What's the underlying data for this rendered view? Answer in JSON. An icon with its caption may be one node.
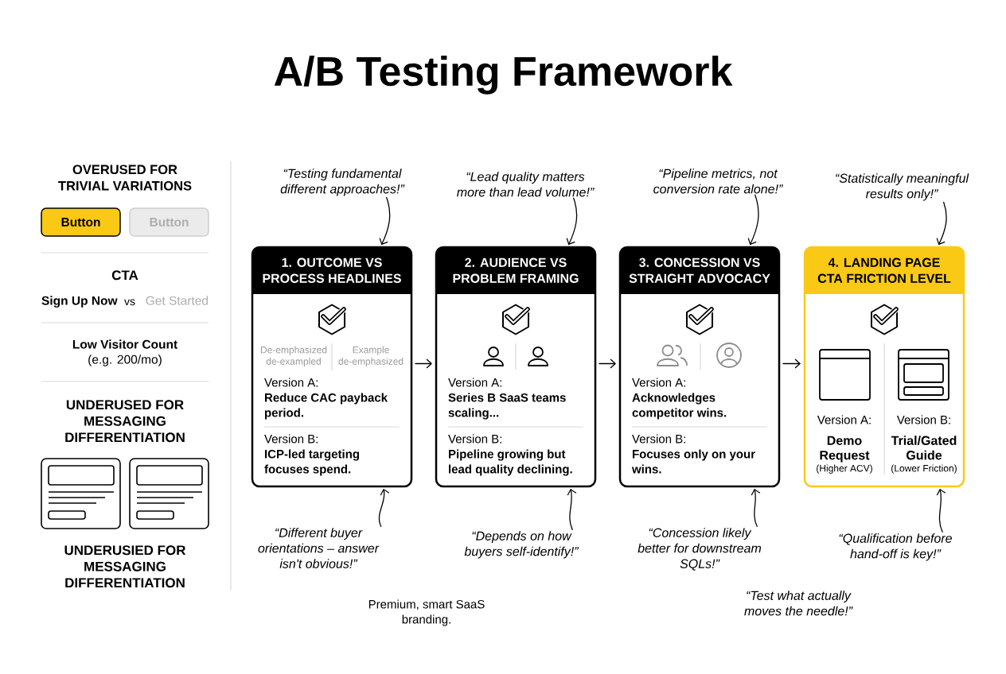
{
  "diagram": {
    "title": "A/B Testing Framework",
    "nodes": [
      {
        "text": [
          "Button"
        ]
      },
      {
        "text": [
          "Button"
        ]
      },
      {
        "text": [
          "“Testing fundamental different approaches!”"
        ]
      },
      {
        "text": [
          "“Lead quality matters more than lead volume!”"
        ]
      },
      {
        "text": [
          "“Pipeline metrics, not conversion rate alone!”"
        ]
      },
      {
        "text": [
          "“Statistically meaningful results only!”"
        ]
      },
      {
        "text": [
          "1. OUTCOME VS PROCESS HEADLINES",
          "De-emphasized de-exampled",
          "Example de-emphasized",
          "Version A:",
          "Reduce CAC payback period.",
          "Version B:",
          "ICP-led targeting focuses spend."
        ]
      },
      {
        "text": [
          "2. AUDIENCE VS PROBLEM FRAMING",
          "Version A:",
          "Series B SaaS teams scaling...",
          "Version B:",
          "Pipeline growing but lead quality declining."
        ]
      },
      {
        "text": [
          "3. CONCESSION VS STRAIGHT ADVOCACY",
          "Version A:",
          "Acknowledges competitor wins.",
          "Version B:",
          "Focuses only on your wins."
        ]
      },
      {
        "text": [
          "4. LANDING PAGE CTA FRICTION LEVEL",
          "Version A:",
          "Demo Request",
          "(Higher ACV)",
          "Version B:",
          "Trial/Gated Guide",
          "(Lower Friction)"
        ]
      },
      {
        "text": [
          "“Different buyer orientations – answer isn't obvious!”"
        ]
      },
      {
        "text": [
          "“Depends on how buyers self-identify!”"
        ]
      },
      {
        "text": [
          "“Concession likely better for downstream SQLs!”"
        ]
      },
      {
        "text": [
          "“Qualification before hand-off is key!”"
        ]
      }
    ],
    "edges": [
      {
        "from": 2,
        "to": 6,
        "arrow": "to"
      },
      {
        "from": 3,
        "to": 7,
        "arrow": "to"
      },
      {
        "from": 4,
        "to": 8,
        "arrow": "to"
      },
      {
        "from": 5,
        "to": 9,
        "arrow": "to"
      },
      {
        "from": 6,
        "to": 7,
        "arrow": "to"
      },
      {
        "from": 7,
        "to": 8,
        "arrow": "to"
      },
      {
        "from": 8,
        "to": 9,
        "arrow": "to"
      },
      {
        "from": 10,
        "to": 6,
        "arrow": "to"
      },
      {
        "from": 11,
        "to": 7,
        "arrow": "to"
      },
      {
        "from": 12,
        "to": 8,
        "arrow": "to"
      },
      {
        "from": 13,
        "to": 9,
        "arrow": "to"
      }
    ],
    "labels": [
      "OVERUSED FOR TRIVIAL VARIATIONS",
      "CTA",
      "Sign Up Now",
      "vs",
      "Get Started",
      "Low Visitor Count",
      "(e.g. 200/mo)",
      "UNDERUSED FOR MESSAGING DIFFERENTIATION",
      "UNDERUSIED FOR MESSAGING DIFFERENTIATION",
      "Premium, smart SaaS branding.",
      "“Test what actually moves the needle!”"
    ]
  }
}
